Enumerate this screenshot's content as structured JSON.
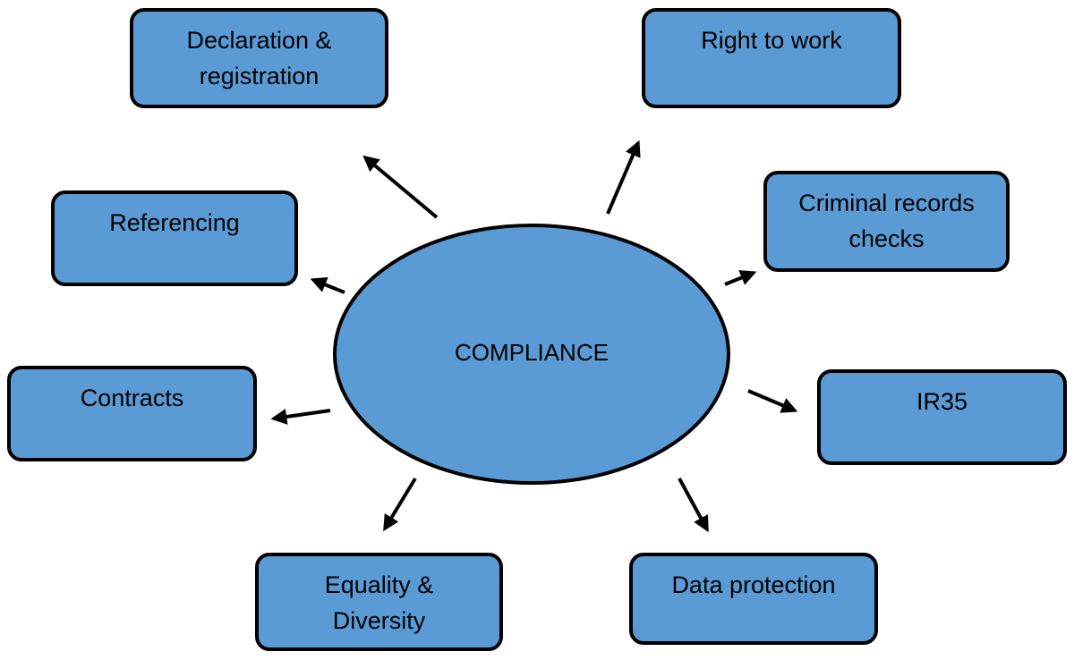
{
  "center": {
    "label": "COMPLIANCE"
  },
  "nodes": {
    "declaration": {
      "line1": "Declaration &",
      "line2": "registration"
    },
    "right_to_work": {
      "line1": "Right to work"
    },
    "referencing": {
      "line1": "Referencing"
    },
    "criminal": {
      "line1": "Criminal records",
      "line2": "checks"
    },
    "contracts": {
      "line1": "Contracts"
    },
    "ir35": {
      "line1": "IR35"
    },
    "equality": {
      "line1": "Equality &",
      "line2": "Diversity"
    },
    "data_protection": {
      "line1": "Data protection"
    }
  },
  "colors": {
    "box_fill": "#5b9bd5",
    "stroke": "#000000",
    "text": "#000000"
  }
}
